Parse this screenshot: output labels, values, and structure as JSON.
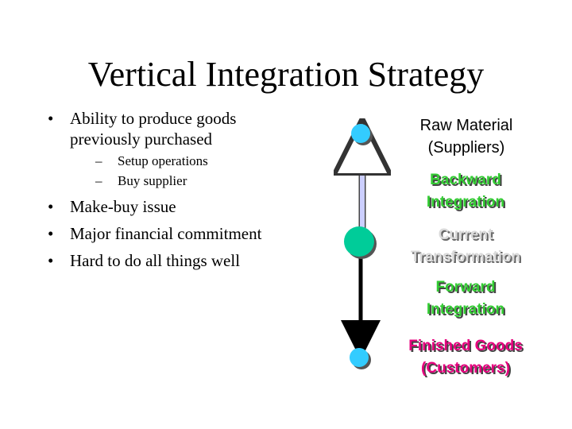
{
  "slide": {
    "title": "Vertical Integration Strategy",
    "bullets": [
      {
        "text_lines": [
          "Ability to produce goods",
          "previously purchased"
        ],
        "subs": [
          "Setup operations",
          "Buy supplier"
        ]
      },
      {
        "text_lines": [
          "Make-buy issue"
        ],
        "subs": []
      },
      {
        "text_lines": [
          "Major financial commitment"
        ],
        "subs": []
      },
      {
        "text_lines": [
          "Hard to do all things well"
        ],
        "subs": []
      }
    ],
    "bullet_marker": "•",
    "sub_marker": "–"
  },
  "diagram": {
    "raw_material": {
      "line1": "Raw Material",
      "line2": "(Suppliers)",
      "color": "#000000"
    },
    "backward": {
      "line1": "Backward",
      "line2": "Integration",
      "color": "#33cc33"
    },
    "current": {
      "line1": "Current",
      "line2": "Transformation",
      "color": "#d9d9d9"
    },
    "forward": {
      "line1": "Forward",
      "line2": "Integration",
      "color": "#33cc33"
    },
    "finished": {
      "line1": "Finished Goods",
      "line2": "(Customers)",
      "color": "#e6007e"
    },
    "node_colors": {
      "top": "#33ccff",
      "middle": "#00cc99",
      "bottom": "#33ccff"
    }
  }
}
